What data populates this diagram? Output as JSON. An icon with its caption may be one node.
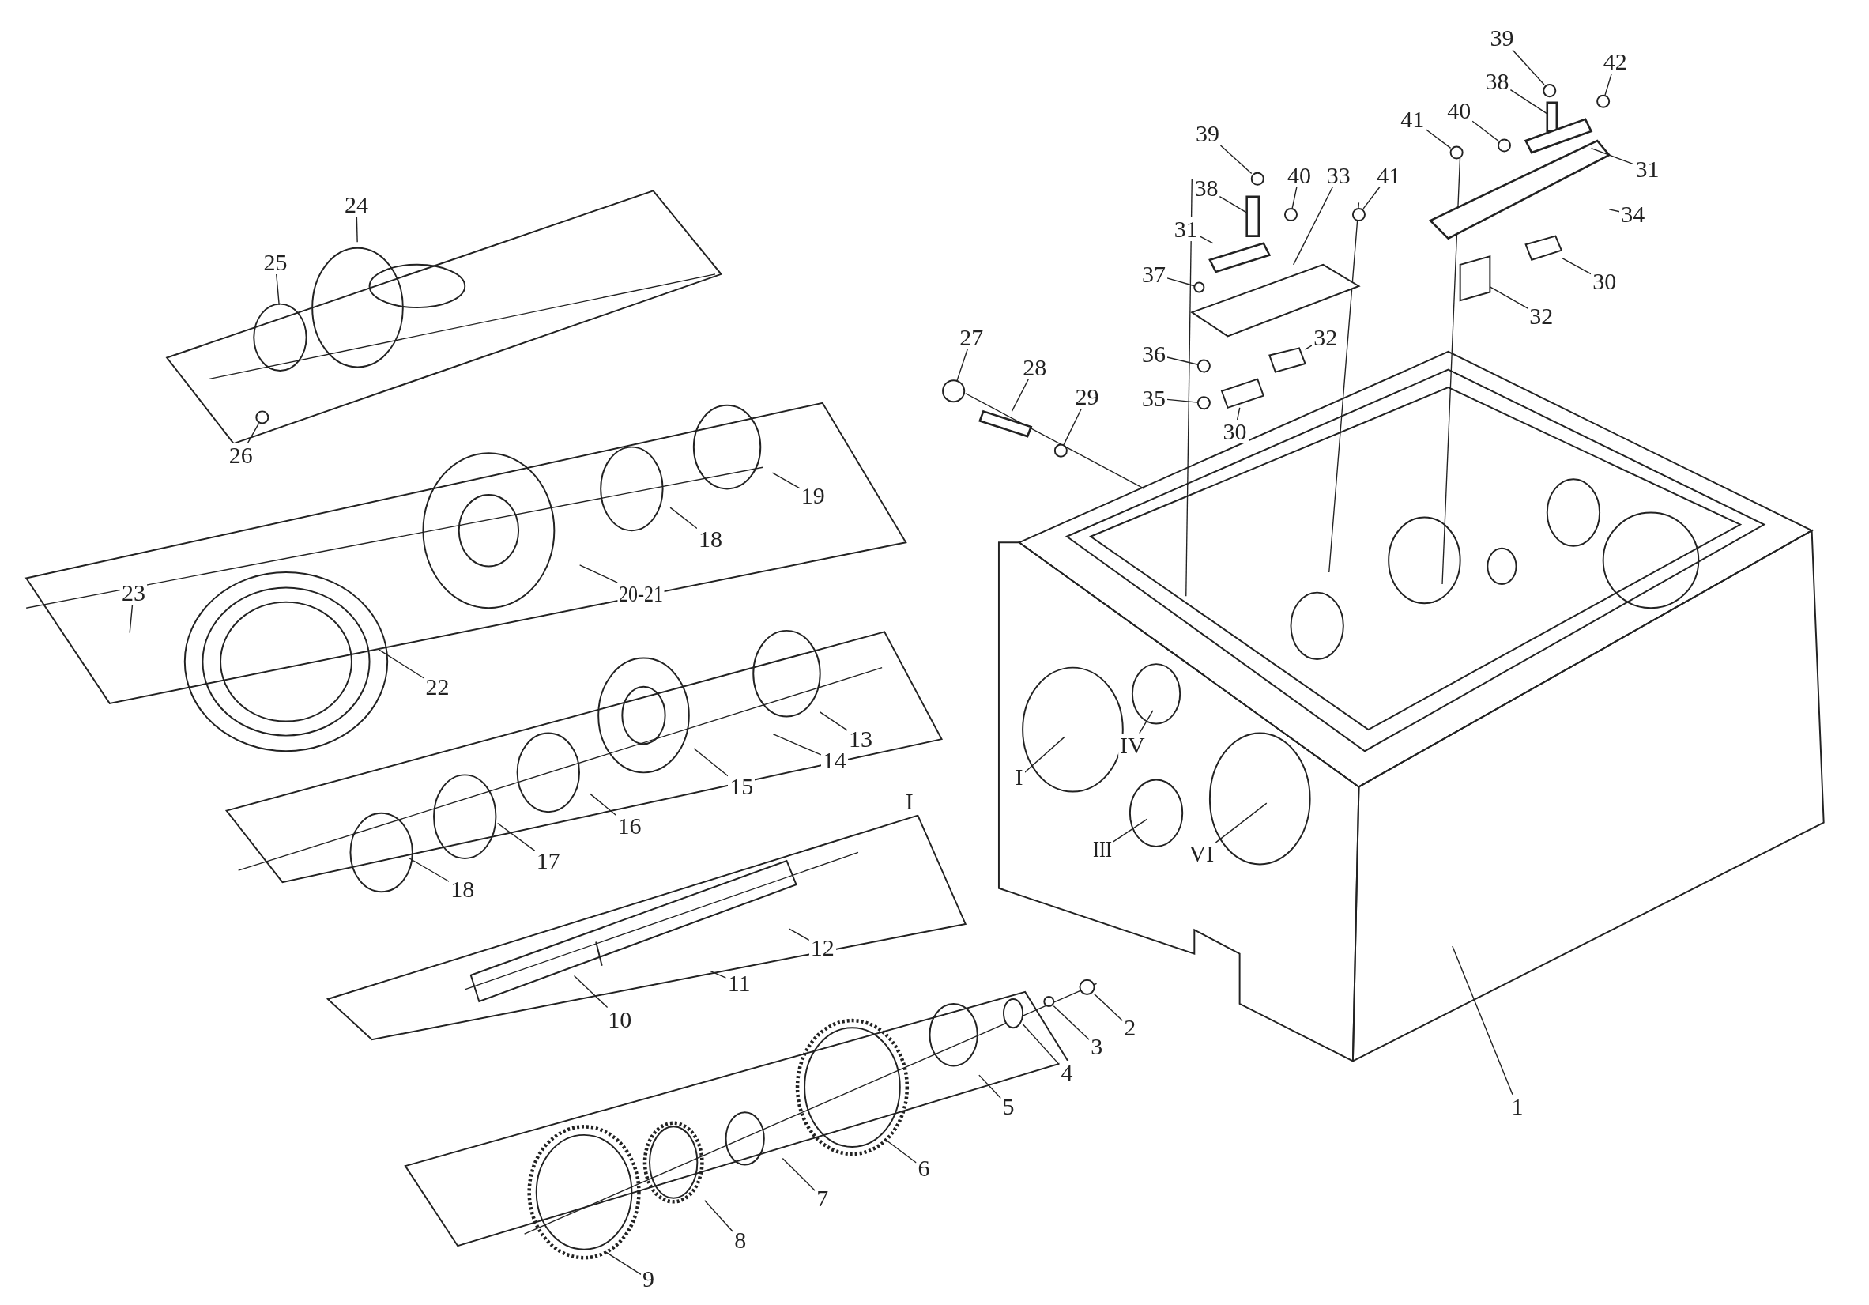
{
  "diagram": {
    "nodes": [
      {
        "text": [
          "1"
        ]
      },
      {
        "text": [
          "I"
        ]
      },
      {
        "text": [
          "IV"
        ]
      },
      {
        "text": [
          "III"
        ]
      },
      {
        "text": [
          "VI"
        ]
      },
      {
        "text": [
          "39"
        ]
      },
      {
        "text": [
          "38"
        ]
      },
      {
        "text": [
          "40"
        ]
      },
      {
        "text": [
          "33"
        ]
      },
      {
        "text": [
          "41"
        ]
      },
      {
        "text": [
          "31"
        ]
      },
      {
        "text": [
          "37"
        ]
      },
      {
        "text": [
          "36"
        ]
      },
      {
        "text": [
          "35"
        ]
      },
      {
        "text": [
          "32"
        ]
      },
      {
        "text": [
          "30"
        ]
      },
      {
        "text": [
          "39"
        ]
      },
      {
        "text": [
          "42"
        ]
      },
      {
        "text": [
          "38"
        ]
      },
      {
        "text": [
          "41"
        ]
      },
      {
        "text": [
          "40"
        ]
      },
      {
        "text": [
          "31"
        ]
      },
      {
        "text": [
          "34"
        ]
      },
      {
        "text": [
          "30"
        ]
      },
      {
        "text": [
          "32"
        ]
      },
      {
        "text": [
          "27"
        ]
      },
      {
        "text": [
          "28"
        ]
      },
      {
        "text": [
          "29"
        ]
      },
      {
        "text": [
          "24"
        ]
      },
      {
        "text": [
          "25"
        ]
      },
      {
        "text": [
          "26"
        ]
      },
      {
        "text": [
          "19"
        ]
      },
      {
        "text": [
          "18"
        ]
      },
      {
        "text": [
          "20-21"
        ]
      },
      {
        "text": [
          "23"
        ]
      },
      {
        "text": [
          "22"
        ]
      },
      {
        "text": [
          "13"
        ]
      },
      {
        "text": [
          "14"
        ]
      },
      {
        "text": [
          "15"
        ]
      },
      {
        "text": [
          "16"
        ]
      },
      {
        "text": [
          "17"
        ]
      },
      {
        "text": [
          "18"
        ]
      },
      {
        "text": [
          "12"
        ]
      },
      {
        "text": [
          "11"
        ]
      },
      {
        "text": [
          "10"
        ]
      },
      {
        "text": [
          "2"
        ]
      },
      {
        "text": [
          "3"
        ]
      },
      {
        "text": [
          "4"
        ]
      },
      {
        "text": [
          "5"
        ]
      },
      {
        "text": [
          "6"
        ]
      },
      {
        "text": [
          "7"
        ]
      },
      {
        "text": [
          "8"
        ]
      },
      {
        "text": [
          "9"
        ]
      },
      {
        "text": [],
        "shape": "circle"
      },
      {
        "text": [],
        "shape": "bar"
      },
      {
        "text": [],
        "shape": "circle"
      },
      {
        "text": [],
        "shape": "box"
      },
      {
        "text": [],
        "shape": "circle"
      },
      {
        "text": [],
        "shape": "bar"
      },
      {
        "text": [],
        "shape": "circle"
      },
      {
        "text": [],
        "shape": "circle"
      },
      {
        "text": [],
        "shape": "circle"
      },
      {
        "text": [],
        "shape": "box"
      },
      {
        "text": [],
        "shape": "box"
      },
      {
        "text": [],
        "shape": "circle"
      },
      {
        "text": [],
        "shape": "circle"
      },
      {
        "text": [],
        "shape": "bar"
      },
      {
        "text": [],
        "shape": "circle"
      },
      {
        "text": [],
        "shape": "circle"
      },
      {
        "text": [],
        "shape": "bar"
      },
      {
        "text": [],
        "shape": "bar"
      },
      {
        "text": [],
        "shape": "box"
      },
      {
        "text": [],
        "shape": "box"
      },
      {
        "text": [],
        "shape": "circle"
      },
      {
        "text": [],
        "shape": "bar"
      },
      {
        "text": [],
        "shape": "circle"
      },
      {
        "text": [],
        "shape": "circle"
      },
      {
        "text": [],
        "shape": "circle"
      },
      {
        "text": [],
        "shape": "circle"
      },
      {
        "text": [],
        "shape": "circle"
      }
    ],
    "edges": [
      {
        "from": 0,
        "to": null,
        "arrow": "none"
      },
      {
        "from": 1,
        "to": null,
        "arrow": "none"
      },
      {
        "from": 2,
        "to": null,
        "arrow": "none"
      },
      {
        "from": 3,
        "to": null,
        "arrow": "none"
      },
      {
        "from": 4,
        "to": null,
        "arrow": "none"
      },
      {
        "from": 5,
        "to": 53,
        "arrow": "none"
      },
      {
        "from": 6,
        "to": 54,
        "arrow": "none"
      },
      {
        "from": 7,
        "to": 55,
        "arrow": "none"
      },
      {
        "from": 8,
        "to": 56,
        "arrow": "none"
      },
      {
        "from": 9,
        "to": 57,
        "arrow": "none"
      },
      {
        "from": 10,
        "to": 58,
        "arrow": "none"
      },
      {
        "from": 11,
        "to": 59,
        "arrow": "none"
      },
      {
        "from": 12,
        "to": 60,
        "arrow": "none"
      },
      {
        "from": 13,
        "to": 61,
        "arrow": "none"
      },
      {
        "from": 14,
        "to": 62,
        "arrow": "none"
      },
      {
        "from": 15,
        "to": 63,
        "arrow": "none"
      },
      {
        "from": 16,
        "to": 64,
        "arrow": "none"
      },
      {
        "from": 17,
        "to": 65,
        "arrow": "none"
      },
      {
        "from": 18,
        "to": 66,
        "arrow": "none"
      },
      {
        "from": 19,
        "to": 67,
        "arrow": "none"
      },
      {
        "from": 20,
        "to": 68,
        "arrow": "none"
      },
      {
        "from": 21,
        "to": 69,
        "arrow": "none"
      },
      {
        "from": 22,
        "to": 70,
        "arrow": "none"
      },
      {
        "from": 23,
        "to": 71,
        "arrow": "none"
      },
      {
        "from": 24,
        "to": 72,
        "arrow": "none"
      },
      {
        "from": 25,
        "to": 73,
        "arrow": "none"
      },
      {
        "from": 26,
        "to": 74,
        "arrow": "none"
      },
      {
        "from": 27,
        "to": 75,
        "arrow": "none"
      },
      {
        "from": 28,
        "to": null,
        "arrow": "none"
      },
      {
        "from": 29,
        "to": null,
        "arrow": "none"
      },
      {
        "from": 30,
        "to": 76,
        "arrow": "none"
      },
      {
        "from": 31,
        "to": null,
        "arrow": "none"
      },
      {
        "from": 32,
        "to": null,
        "arrow": "none"
      },
      {
        "from": 33,
        "to": null,
        "arrow": "none"
      },
      {
        "from": 34,
        "to": null,
        "arrow": "none"
      },
      {
        "from": 35,
        "to": null,
        "arrow": "none"
      },
      {
        "from": 36,
        "to": null,
        "arrow": "none"
      },
      {
        "from": 37,
        "to": null,
        "arrow": "none"
      },
      {
        "from": 38,
        "to": null,
        "arrow": "none"
      },
      {
        "from": 39,
        "to": null,
        "arrow": "none"
      },
      {
        "from": 40,
        "to": null,
        "arrow": "none"
      },
      {
        "from": 41,
        "to": null,
        "arrow": "none"
      },
      {
        "from": 42,
        "to": null,
        "arrow": "none"
      },
      {
        "from": 43,
        "to": null,
        "arrow": "none"
      },
      {
        "from": 44,
        "to": null,
        "arrow": "none"
      },
      {
        "from": 45,
        "to": 79,
        "arrow": "none"
      },
      {
        "from": 46,
        "to": 78,
        "arrow": "none"
      },
      {
        "from": 47,
        "to": 77,
        "arrow": "none"
      },
      {
        "from": 48,
        "to": null,
        "arrow": "none"
      },
      {
        "from": 49,
        "to": null,
        "arrow": "none"
      },
      {
        "from": 50,
        "to": null,
        "arrow": "none"
      },
      {
        "from": 51,
        "to": null,
        "arrow": "none"
      },
      {
        "from": 52,
        "to": null,
        "arrow": "none"
      }
    ],
    "labels": [
      "I"
    ]
  }
}
